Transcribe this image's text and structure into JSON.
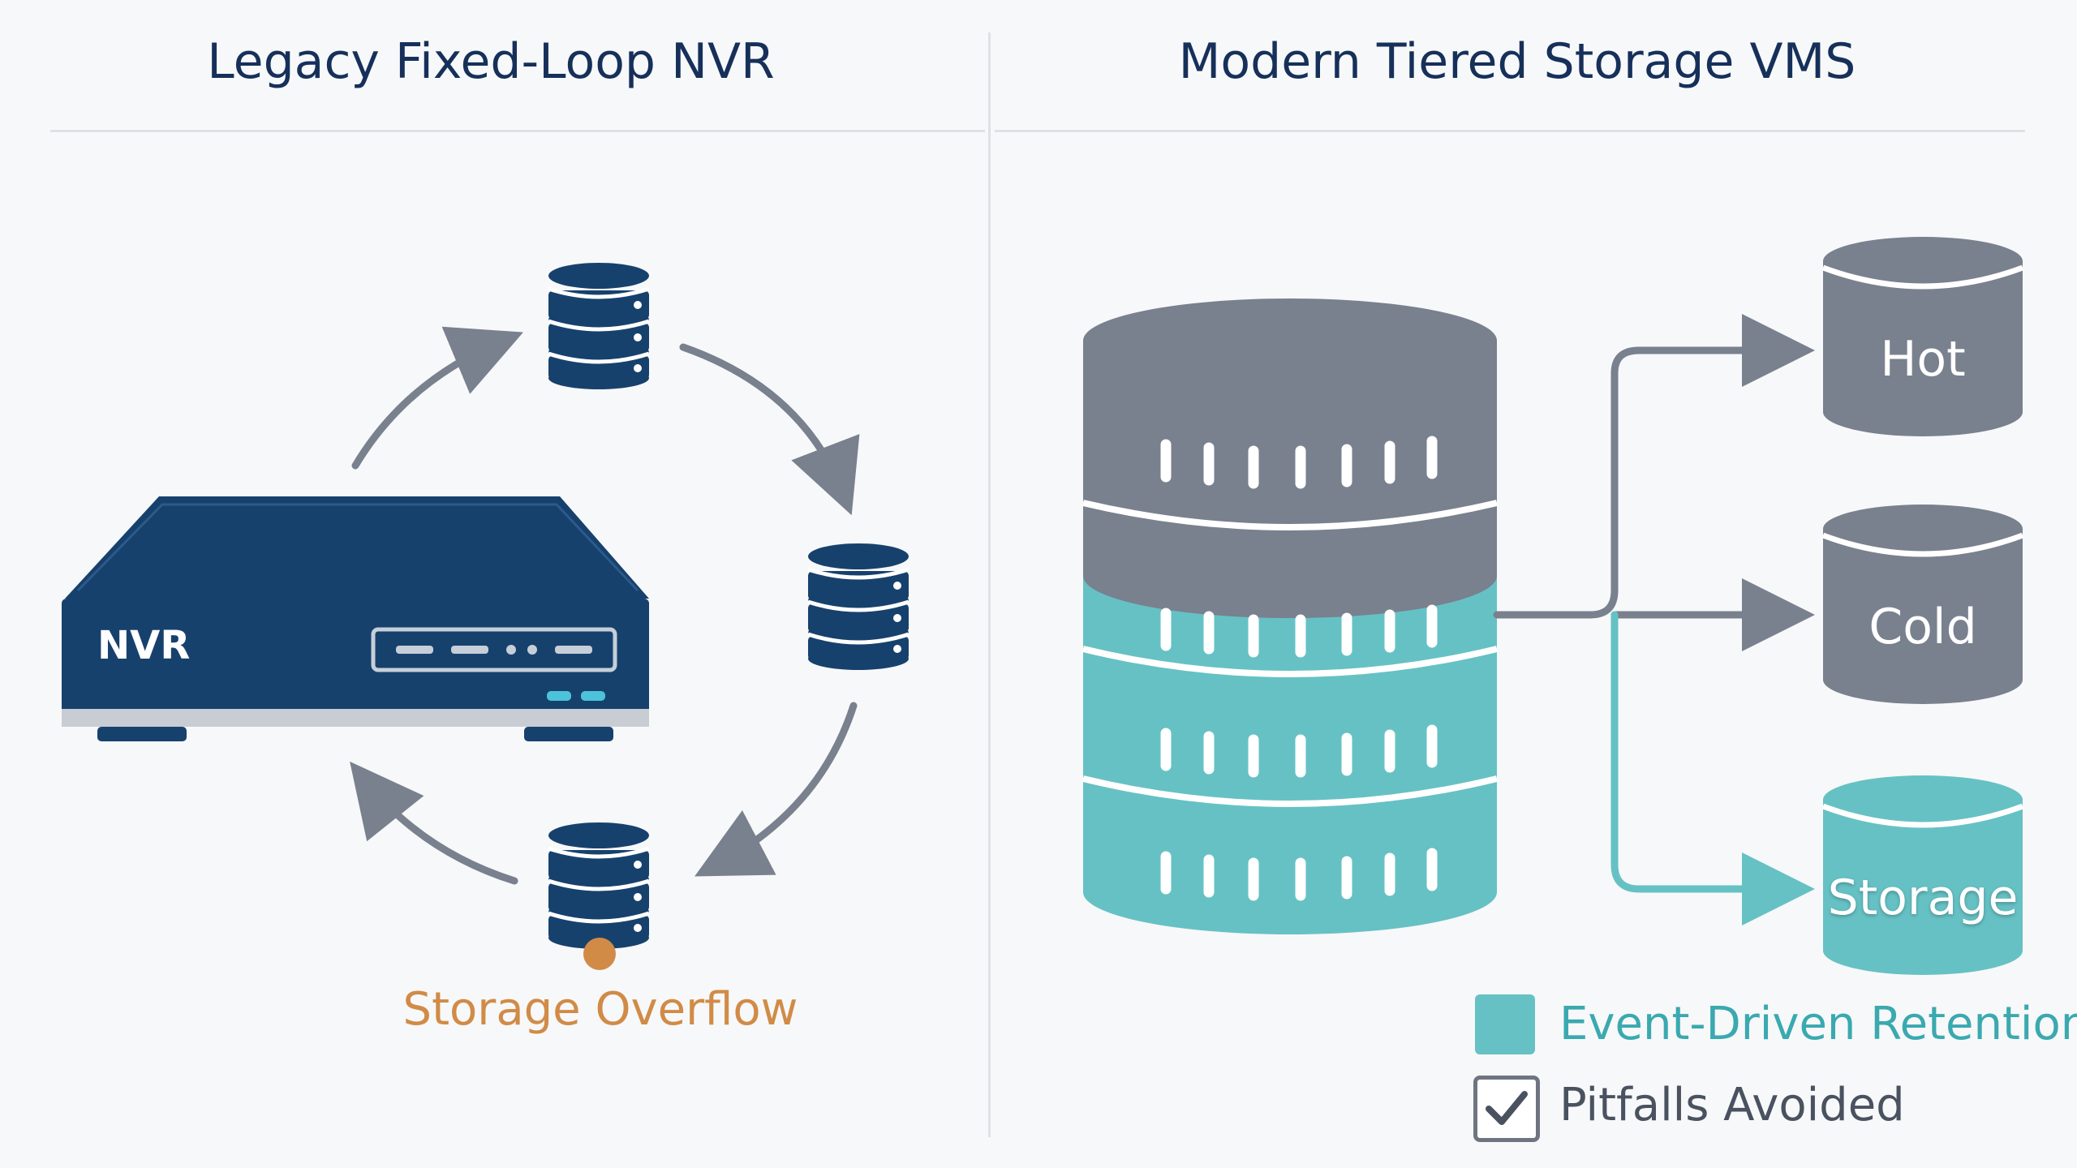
{
  "left_panel": {
    "title": "Legacy Fixed-Loop NVR",
    "device_label": "NVR",
    "overflow_label": "Storage Overflow"
  },
  "right_panel": {
    "title": "Modern Tiered Storage VMS",
    "tiers": [
      {
        "label": "Hot",
        "color": "#79808e"
      },
      {
        "label": "Cold",
        "color": "#79808e"
      },
      {
        "label": "Storage",
        "color": "#66c1c4"
      }
    ]
  },
  "legend": {
    "event_driven": "Event-Driven Retention",
    "pitfalls": "Pitfalls Avoided"
  },
  "colors": {
    "navy": "#17416d",
    "gray": "#79808e",
    "teal": "#66c1c4",
    "overflow": "#d18b47",
    "title": "#16305a"
  },
  "icons": [
    "database-icon",
    "nvr-device-icon",
    "cycle-arrow-icon",
    "checkbox-checked-icon"
  ]
}
